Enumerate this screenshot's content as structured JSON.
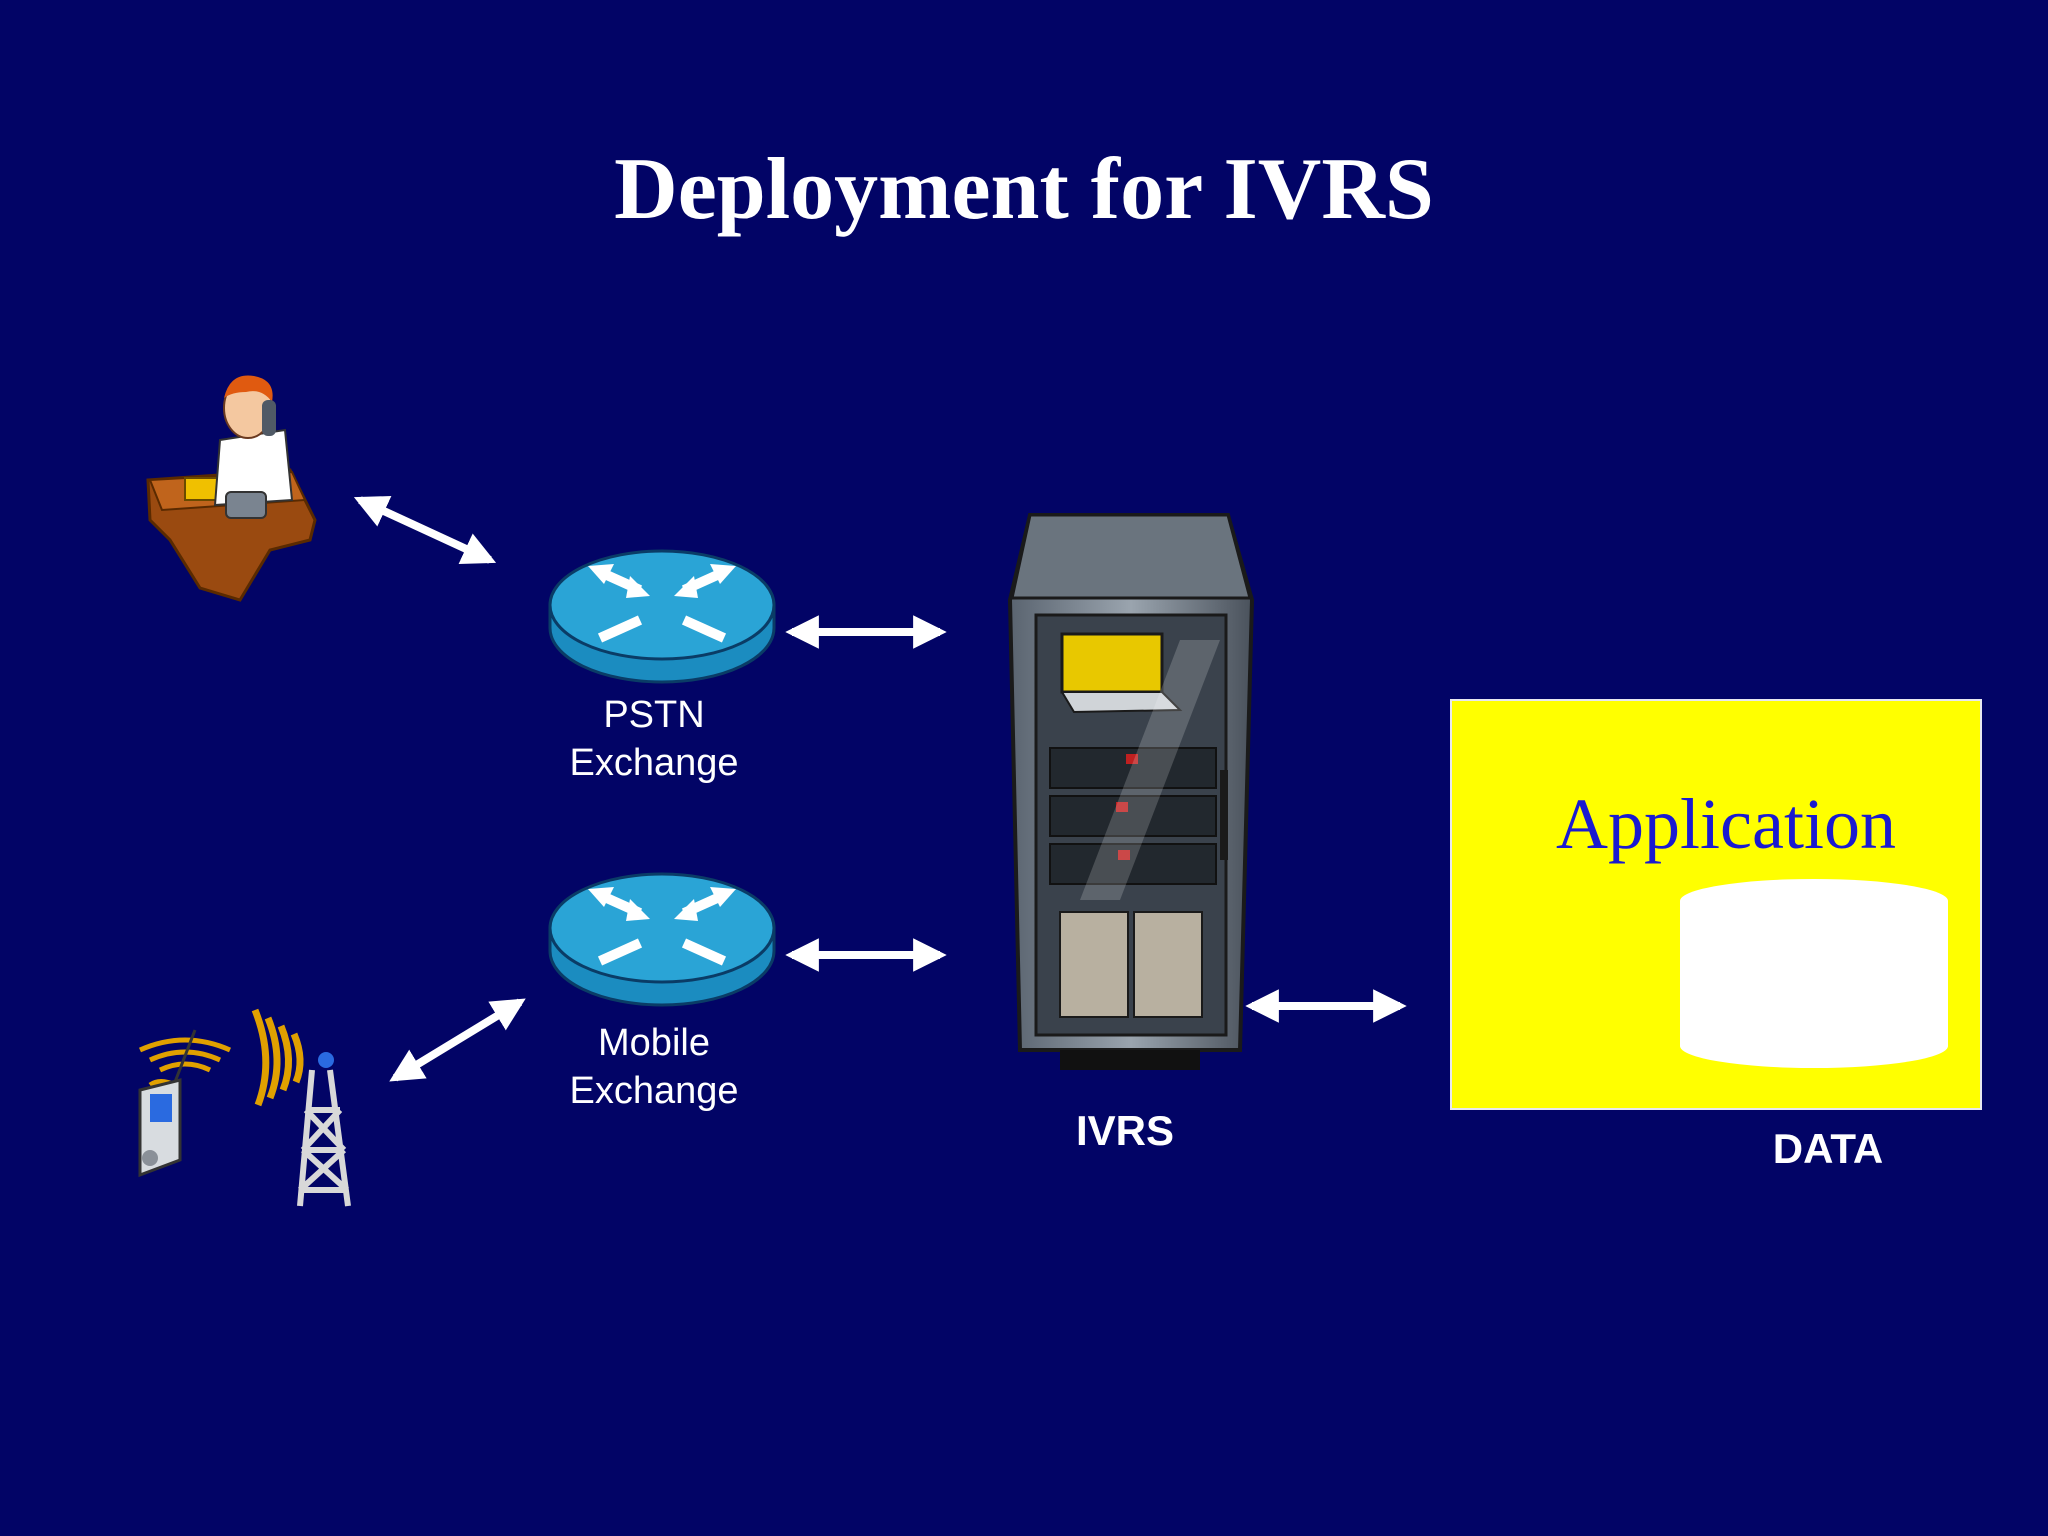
{
  "slide": {
    "title": "Deployment for IVRS"
  },
  "nodes": {
    "pstn": {
      "line1": "PSTN",
      "line2": "Exchange"
    },
    "mobile": {
      "line1": "Mobile",
      "line2": "Exchange"
    },
    "ivrs": {
      "label": "IVRS"
    },
    "application": {
      "label": "Application"
    },
    "data": {
      "label": "DATA"
    }
  },
  "colors": {
    "background": "#020466",
    "router": "#2aa4d6",
    "application_box": "#ffff00",
    "application_text": "#1a1ad0"
  }
}
